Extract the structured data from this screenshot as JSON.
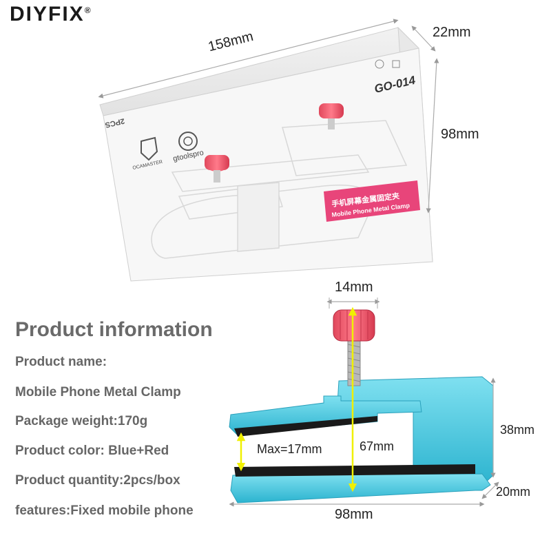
{
  "brand": {
    "name": "DIYFIX",
    "mark": "®"
  },
  "box": {
    "model": "GO-014",
    "qty_mark": "2PCS",
    "title_cn": "手机屏幕金属固定夹",
    "title_en": "Mobile Phone Metal Clamp",
    "logo_left": "OCAMASTER",
    "logo_right": "gtoolspro"
  },
  "dimensions": {
    "box_length": "158mm",
    "box_depth": "22mm",
    "box_height": "98mm",
    "knob_width": "14mm",
    "clamp_height": "38mm",
    "clamp_total": "67mm",
    "clamp_max": "Max=17mm",
    "clamp_depth": "20mm",
    "clamp_length": "98mm"
  },
  "info": {
    "title": "Product information",
    "lines": [
      "Product name:",
      "Mobile Phone Metal Clamp",
      "Package weight:170g",
      "Product color: Blue+Red",
      "Product quantity:2pcs/box",
      "features:Fixed mobile phone"
    ]
  }
}
